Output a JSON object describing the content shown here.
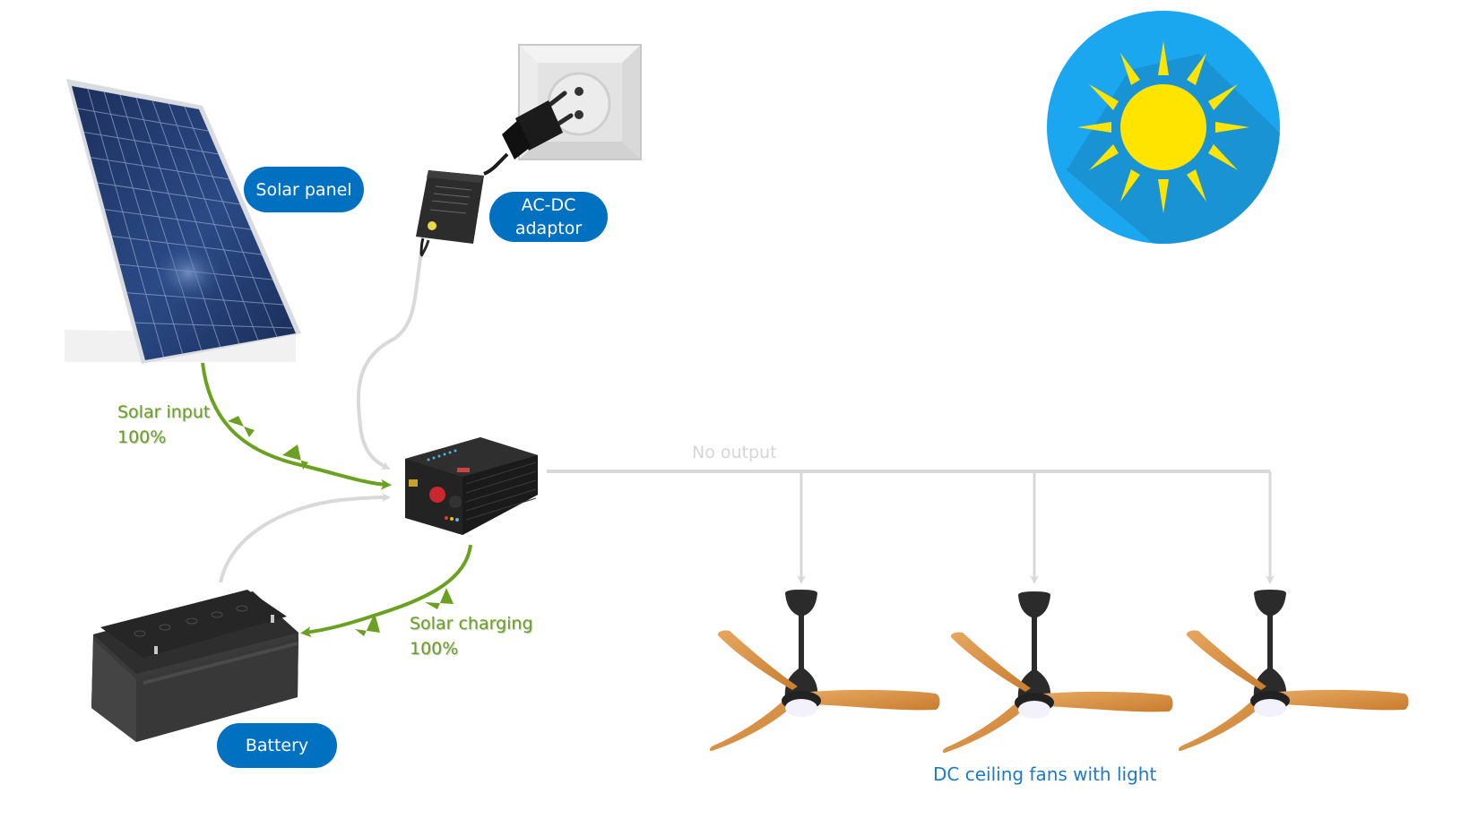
{
  "diagram": {
    "title": "Solar DC fan system – daytime, solar charging",
    "colors": {
      "label_pill": "#0070c0",
      "active_flow": "#6aa121",
      "inactive_flow": "#d9d9d9",
      "sun_background": "#1aa7f0",
      "sun_body": "#ffe400",
      "caption": "#1f7ac4"
    },
    "components": {
      "solar_panel": {
        "label": "Solar panel",
        "icon": "solar-panel-icon"
      },
      "ac_dc_adaptor": {
        "label_line1": "AC-DC",
        "label_line2": "adaptor",
        "icon": "power-adapter-icon"
      },
      "wall_outlet": {
        "icon": "wall-socket-icon"
      },
      "controller": {
        "icon": "charge-controller-icon"
      },
      "battery": {
        "label": "Battery",
        "icon": "battery-icon"
      },
      "sun": {
        "icon": "sun-icon",
        "state": "daytime"
      },
      "fans": {
        "caption": "DC ceiling fans with light",
        "count": 3,
        "icon": "ceiling-fan-icon"
      }
    },
    "flows": {
      "solar_input": {
        "label": "Solar input",
        "value": "100%",
        "active": true
      },
      "solar_charging": {
        "label": "Solar charging",
        "value": "100%",
        "active": true
      },
      "output": {
        "label": "No output",
        "active": false
      },
      "adaptor_input": {
        "active": false
      },
      "battery_discharge": {
        "active": false
      }
    }
  }
}
